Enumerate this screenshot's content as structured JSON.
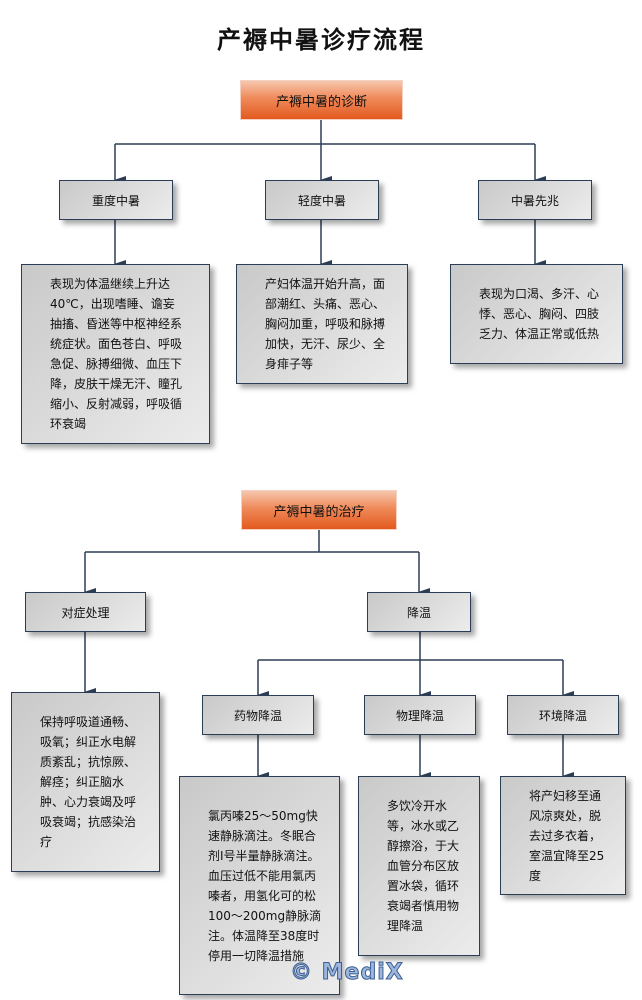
{
  "title": "产褥中暑诊疗流程",
  "colors": {
    "connector": "#2c3e55",
    "header_gradient_top": "#f6c6ad",
    "header_gradient_bottom": "#e35a1f",
    "node_gradient_start": "#c9c9c9",
    "node_gradient_end": "#ececec"
  },
  "diagnosis": {
    "header": "产褥中暑的诊断",
    "branches": [
      {
        "label": "重度中暑",
        "detail": "表现为体温继续上升达40℃，出现嗜睡、谵妄抽搐、昏迷等中枢神经系统症状。面色苍白、呼吸急促、脉搏细微、血压下降，皮肤干燥无汗、瞳孔缩小、反射减弱，呼吸循环衰竭"
      },
      {
        "label": "轻度中暑",
        "detail": "产妇体温开始升高，面部潮红、头痛、恶心、胸闷加重，呼吸和脉搏加快，无汗、尿少、全身痱子等"
      },
      {
        "label": "中暑先兆",
        "detail": "表现为口渴、多汗、心悸、恶心、胸闷、四肢乏力、体温正常或低热"
      }
    ]
  },
  "treatment": {
    "header": "产褥中暑的治疗",
    "symptomatic": {
      "label": "对症处理",
      "detail": "保持呼吸道通畅、吸氧；纠正水电解质紊乱；抗惊厥、解痉；纠正脑水肿、心力衰竭及呼吸衰竭；抗感染治疗"
    },
    "cooling": {
      "label": "降温",
      "methods": [
        {
          "label": "药物降温",
          "detail": "氯丙嗪25～50mg快速静脉滴注。冬眠合剂Ⅰ号半量静脉滴注。血压过低不能用氯丙嗪者，用氢化可的松100～200mg静脉滴注。体温降至38度时停用一切降温措施"
        },
        {
          "label": "物理降温",
          "detail": "多饮冷开水等，冰水或乙醇擦浴，于大血管分布区放置冰袋，循环衰竭者慎用物理降温"
        },
        {
          "label": "环境降温",
          "detail": "将产妇移至通风凉爽处，脱去过多衣着，室温宜降至25度"
        }
      ]
    }
  },
  "watermark": "© MediX"
}
